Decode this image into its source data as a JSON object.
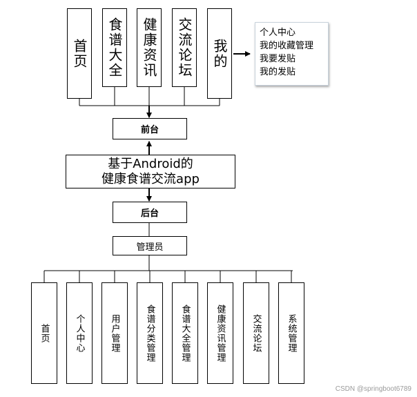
{
  "top_features": [
    "首页",
    "食谱大全",
    "健康资讯",
    "交流论坛",
    "我的"
  ],
  "my_submenu": [
    "个人中心",
    "我的收藏管理",
    "我要发贴",
    "我的发贴"
  ],
  "frontend_label": "前台",
  "system_title": [
    "基于Android的",
    "健康食谱交流app"
  ],
  "backend_label": "后台",
  "admin_label": "管理员",
  "admin_features": [
    "首页",
    "个人中心",
    "用户管理",
    "食谱分类管理",
    "食谱大全管理",
    "健康资讯管理",
    "交流论坛",
    "系统管理"
  ],
  "watermark": "CSDN @springboot6789",
  "colors": {
    "line": "#000000",
    "submenu_border": "#c8d2dc",
    "watermark": "#9a9a9a"
  }
}
